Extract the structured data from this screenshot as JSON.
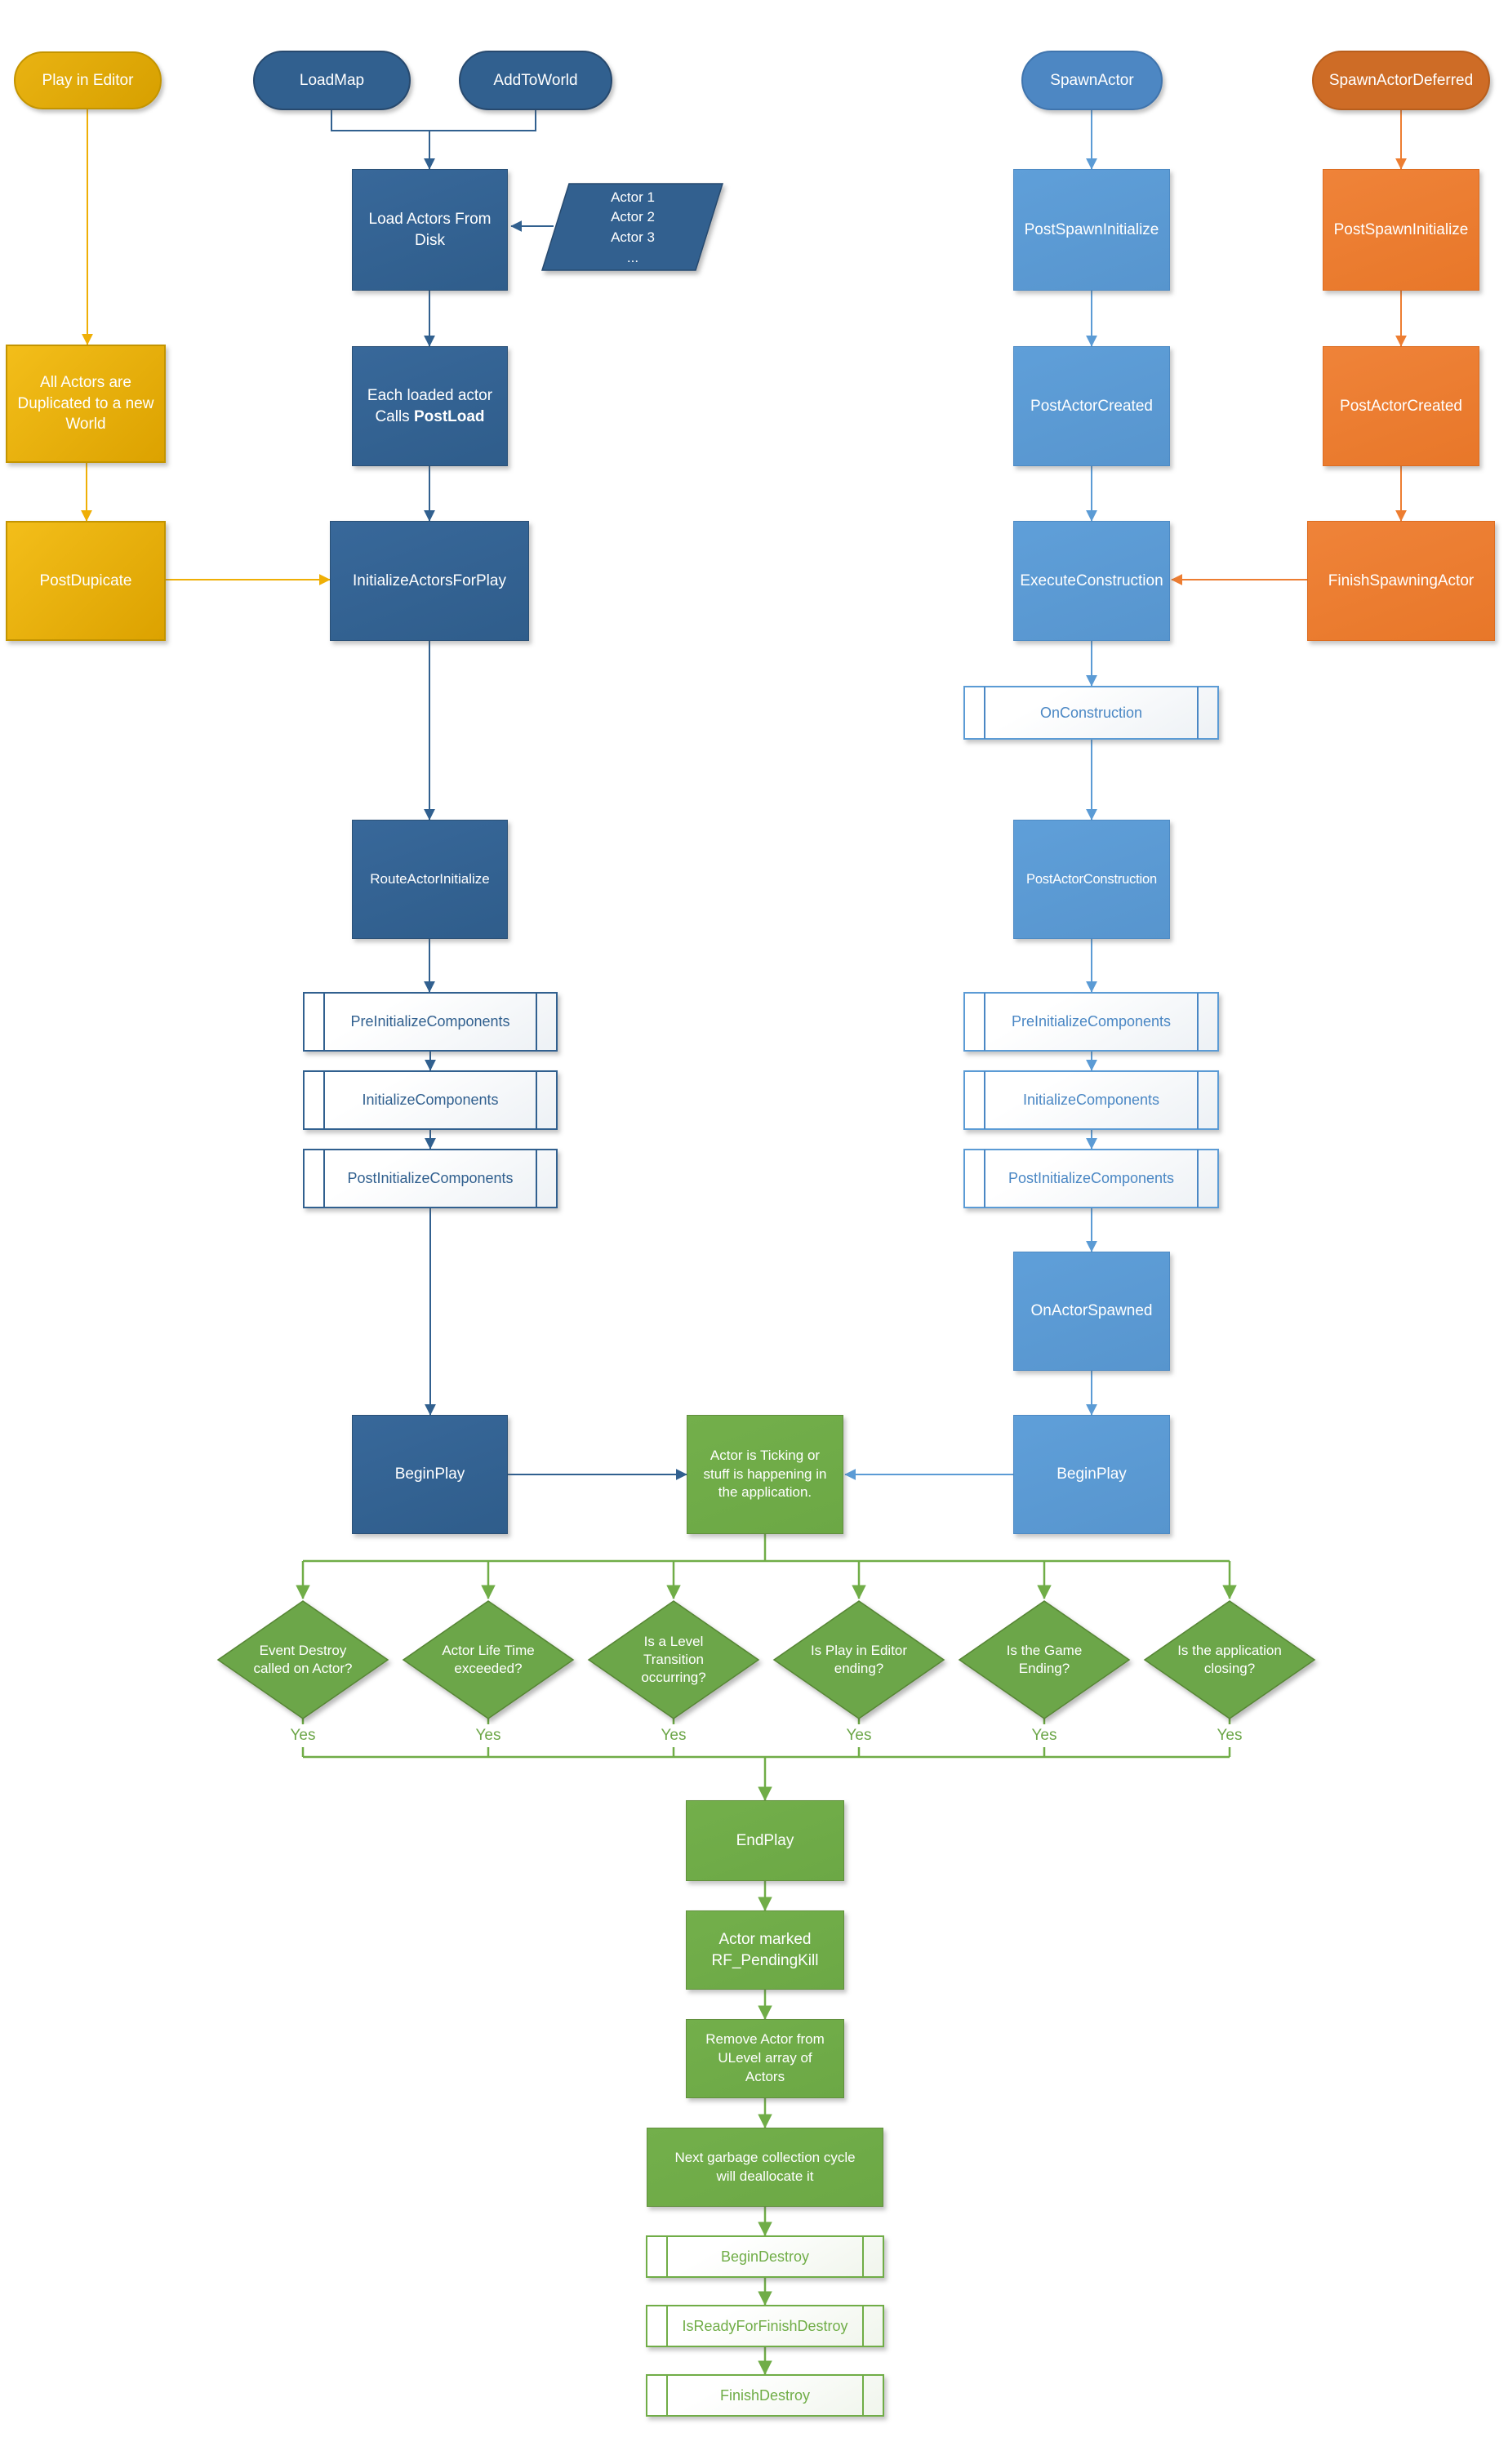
{
  "colors": {
    "navy": "#31608F",
    "navy_dark": "#27496E",
    "blue": "#5B9BD5",
    "blue_pill": "#4D87C3",
    "blue_text": "#4A87C4",
    "orange": "#ED7D31",
    "orange_pill": "#CE6C26",
    "yellow": "#EFAF06",
    "yellow_border": "#C39400",
    "green": "#70AD47",
    "green_diamond": "#6CA648",
    "green_border": "#578534"
  },
  "labels": {
    "yes": "Yes"
  },
  "nodes": {
    "play_in_editor": {
      "label": "Play in Editor"
    },
    "load_map": {
      "label": "LoadMap"
    },
    "add_to_world": {
      "label": "AddToWorld"
    },
    "spawn_actor": {
      "label": "SpawnActor"
    },
    "spawn_actor_deferred": {
      "label": "SpawnActorDeferred"
    },
    "load_actors_from_disk": {
      "label": "Load Actors From\nDisk"
    },
    "actor_list": {
      "label": "Actor 1\nActor 2\nActor 3\n..."
    },
    "all_actors_duplicated": {
      "label": "All Actors are\nDuplicated to a new\nWorld"
    },
    "each_loaded_actor": {
      "line1": "Each loaded actor",
      "line2_prefix": "Calls ",
      "line2_bold": "PostLoad"
    },
    "post_dupicate": {
      "label": "PostDupicate"
    },
    "initialize_actors_for_play": {
      "label": "InitializeActorsForPlay"
    },
    "route_actor_initialize": {
      "label": "RouteActorInitialize"
    },
    "pre_initialize_components_left": {
      "label": "PreInitializeComponents"
    },
    "initialize_components_left": {
      "label": "InitializeComponents"
    },
    "post_initialize_components_left": {
      "label": "PostInitializeComponents"
    },
    "begin_play_left": {
      "label": "BeginPlay"
    },
    "post_spawn_initialize_blue": {
      "label": "PostSpawnInitialize"
    },
    "post_actor_created_blue": {
      "label": "PostActorCreated"
    },
    "execute_construction": {
      "label": "ExecuteConstruction"
    },
    "on_construction": {
      "label": "OnConstruction"
    },
    "post_actor_construction": {
      "label": "PostActorConstruction"
    },
    "pre_initialize_components_right": {
      "label": "PreInitializeComponents"
    },
    "initialize_components_right": {
      "label": "InitializeComponents"
    },
    "post_initialize_components_right": {
      "label": "PostInitializeComponents"
    },
    "on_actor_spawned": {
      "label": "OnActorSpawned"
    },
    "begin_play_right": {
      "label": "BeginPlay"
    },
    "post_spawn_initialize_orange": {
      "label": "PostSpawnInitialize"
    },
    "post_actor_created_orange": {
      "label": "PostActorCreated"
    },
    "finish_spawning_actor": {
      "label": "FinishSpawningActor"
    },
    "actor_ticking": {
      "label": "Actor is Ticking or\nstuff is happening in\nthe application."
    },
    "event_destroy": {
      "label": "Event Destroy\ncalled on Actor?"
    },
    "actor_life_time": {
      "label": "Actor Life Time\nexceeded?"
    },
    "level_transition": {
      "label": "Is a Level\nTransition\noccurring?"
    },
    "pie_ending": {
      "label": "Is Play in Editor\nending?"
    },
    "game_ending": {
      "label": "Is the Game\nEnding?"
    },
    "app_closing": {
      "label": "Is the application\nclosing?"
    },
    "end_play": {
      "label": "EndPlay"
    },
    "actor_marked": {
      "label": "Actor marked\nRF_PendingKill"
    },
    "remove_actor": {
      "label": "Remove Actor from\nULevel array of\nActors"
    },
    "next_garbage": {
      "label": "Next garbage collection cycle\nwill deallocate it"
    },
    "begin_destroy": {
      "label": "BeginDestroy"
    },
    "is_ready_for_finish_destroy": {
      "label": "IsReadyForFinishDestroy"
    },
    "finish_destroy": {
      "label": "FinishDestroy"
    }
  }
}
